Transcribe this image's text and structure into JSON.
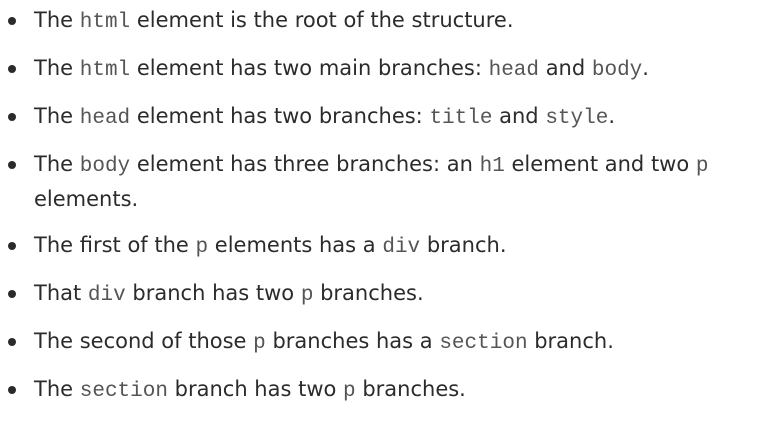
{
  "items": [
    {
      "s0": "The ",
      "c0": "html",
      "s1": " element is the root of the structure."
    },
    {
      "s0": "The ",
      "c0": "html",
      "s1": " element has two main branches: ",
      "c1": "head",
      "s2": " and ",
      "c2": "body",
      "s3": "."
    },
    {
      "s0": "The ",
      "c0": "head",
      "s1": " element has two branches: ",
      "c1": "title",
      "s2": " and ",
      "c2": "style",
      "s3": "."
    },
    {
      "s0": "The ",
      "c0": "body",
      "s1": " element has three branches: an ",
      "c1": "h1",
      "s2": " element and two ",
      "c2": "p",
      "s3": " elements."
    },
    {
      "s0": "The first of the ",
      "c0": "p",
      "s1": " elements has a ",
      "c1": "div",
      "s2": " branch."
    },
    {
      "s0": "That ",
      "c0": "div",
      "s1": " branch has two ",
      "c1": "p",
      "s2": " branches."
    },
    {
      "s0": "The second of those ",
      "c0": "p",
      "s1": " branches has a ",
      "c1": "section",
      "s2": " branch."
    },
    {
      "s0": "The ",
      "c0": "section",
      "s1": " branch has two ",
      "c1": "p",
      "s2": " branches."
    }
  ]
}
